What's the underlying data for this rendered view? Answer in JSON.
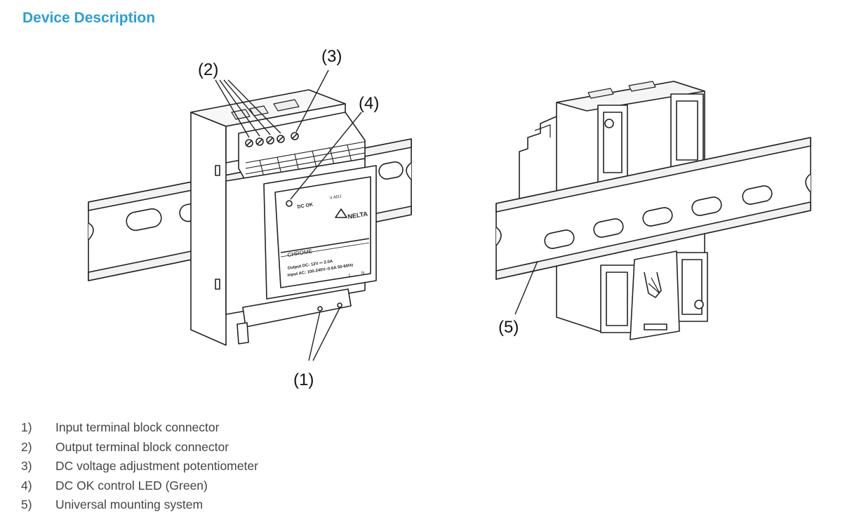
{
  "header": {
    "title": "Device Description"
  },
  "figure": {
    "callouts": [
      "(1)",
      "(2)",
      "(3)",
      "(4)",
      "(5)"
    ],
    "front_label": {
      "dc_ok": "DC OK",
      "brand": "NELTA",
      "series": "CHROME",
      "output_line": "Output DC: 12V ⎓ 2.0A",
      "input_line": "Input AC: 100-240V~0.6A 50-60Hz",
      "terminal_l": "L",
      "terminal_n": "N",
      "vadj": "V ADJ"
    }
  },
  "legend": {
    "items": [
      {
        "num": "1)",
        "text": "Input terminal block connector"
      },
      {
        "num": "2)",
        "text": "Output terminal block connector"
      },
      {
        "num": "3)",
        "text": "DC voltage adjustment potentiometer"
      },
      {
        "num": "4)",
        "text": "DC OK control LED (Green)"
      },
      {
        "num": "5)",
        "text": "Universal mounting system"
      }
    ]
  }
}
